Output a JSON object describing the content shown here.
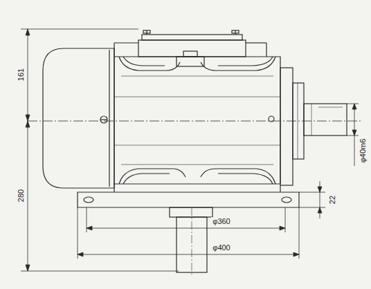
{
  "diagram": {
    "labels": [
      "161",
      "280",
      "22",
      "φ40m6",
      "φ360",
      "φ400"
    ]
  }
}
